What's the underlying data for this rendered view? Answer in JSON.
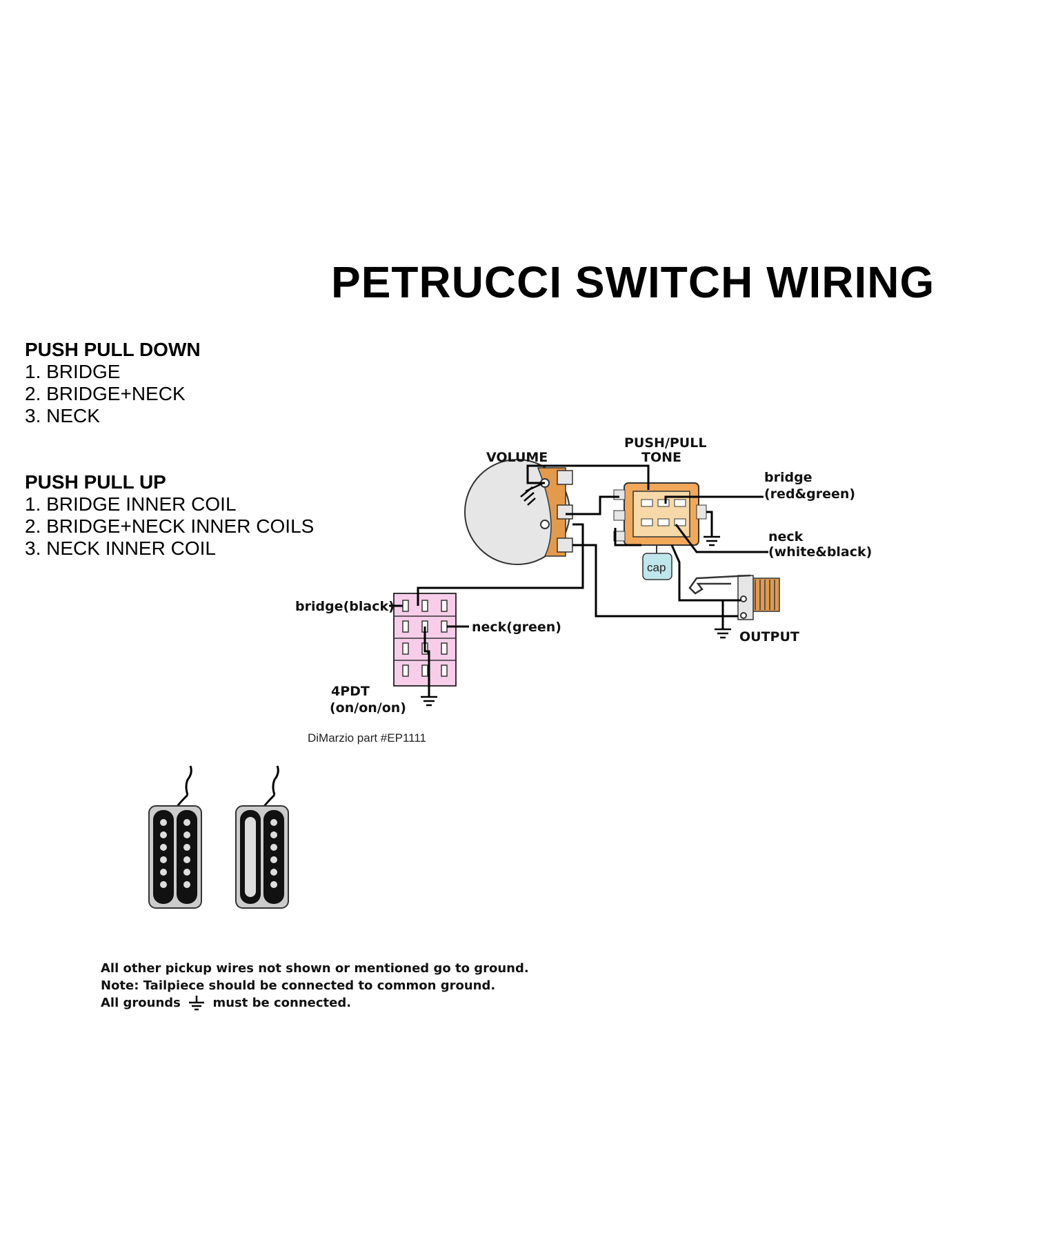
{
  "title": "PETRUCCI SWITCH WIRING",
  "push_pull_down": {
    "heading": "PUSH PULL DOWN",
    "items": [
      "1. BRIDGE",
      "2. BRIDGE+NECK",
      "3. NECK"
    ]
  },
  "push_pull_up": {
    "heading": "PUSH PULL UP",
    "items": [
      "1. BRIDGE INNER COIL",
      "2. BRIDGE+NECK INNER COILS",
      "3. NECK INNER COIL"
    ]
  },
  "diagram": {
    "volume_label": "VOLUME",
    "tone_label_1": "PUSH/PULL",
    "tone_label_2": "TONE",
    "bridge_wire_1": "bridge",
    "bridge_wire_2": "(red&green)",
    "neck_wire_1": "neck",
    "neck_wire_2": "(white&black)",
    "cap_label": "cap",
    "output_label": "OUTPUT",
    "switch_bridge": "bridge(black)",
    "switch_neck": "neck(green)",
    "switch_type_1": "4PDT",
    "switch_type_2": "(on/on/on)",
    "part_number": "DiMarzio part #EP1111"
  },
  "notes": {
    "line1": "All other pickup wires not shown or mentioned go to ground.",
    "line2": "Note: Tailpiece should be connected to common ground.",
    "line3_a": "All grounds",
    "line3_b": "must be connected."
  },
  "colors": {
    "pot_body": "#e6e6e6",
    "pot_lug_orange": "#e39a4a",
    "tone_pot_orange": "#f2a85a",
    "switch_pink": "#f7cdea",
    "cap_blue": "#bfe6ea",
    "wire": "#000000"
  }
}
